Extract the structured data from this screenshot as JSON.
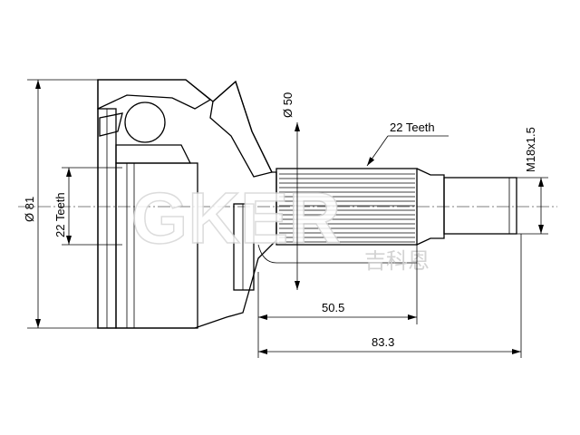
{
  "drawing": {
    "dimensions": {
      "outer_diameter": "Ø 81",
      "inner_teeth": "22 Teeth",
      "seal_diameter": "Ø 50",
      "outer_teeth": "22 Teeth",
      "thread": "M18x1.5",
      "spline_length": "50.5",
      "total_length": "83.3"
    },
    "watermark": {
      "latin": "GKER",
      "chinese": "吉科恩"
    }
  }
}
